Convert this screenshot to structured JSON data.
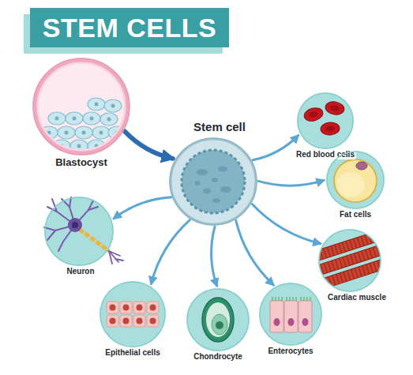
{
  "diagram": {
    "title": "STEM CELLS",
    "nodes": [
      {
        "text": [
          "Blastocyst"
        ]
      },
      {
        "text": [
          "Stem cell"
        ]
      },
      {
        "text": [
          "Red blood cells"
        ]
      },
      {
        "text": [
          "Fat cells"
        ]
      },
      {
        "text": [
          "Neuron"
        ]
      },
      {
        "text": [
          "Cardiac muscle"
        ]
      },
      {
        "text": [
          "Epithelial cells"
        ]
      },
      {
        "text": [
          "Chondrocyte"
        ]
      },
      {
        "text": [
          "Enterocytes"
        ]
      }
    ],
    "edges": [
      {
        "from": 0,
        "to": 1,
        "arrow": "to"
      },
      {
        "from": 1,
        "to": 2,
        "arrow": "to"
      },
      {
        "from": 1,
        "to": 3,
        "arrow": "to"
      },
      {
        "from": 1,
        "to": 4,
        "arrow": "to"
      },
      {
        "from": 1,
        "to": 5,
        "arrow": "to"
      },
      {
        "from": 1,
        "to": 6,
        "arrow": "to"
      },
      {
        "from": 1,
        "to": 7,
        "arrow": "to"
      },
      {
        "from": 1,
        "to": 8,
        "arrow": "to"
      }
    ]
  }
}
